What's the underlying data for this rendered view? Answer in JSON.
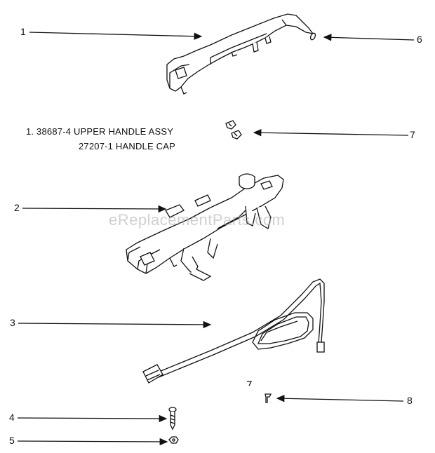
{
  "callouts": {
    "c1": "1",
    "c2": "2",
    "c3": "3",
    "c4": "4",
    "c5": "5",
    "c6": "6",
    "c7": "7",
    "c8": "8"
  },
  "notes": {
    "line1": "1. 38687-4 UPPER HANDLE ASSY",
    "line2": "27207-1 HANDLE CAP"
  },
  "watermark": "eReplacementParts.com",
  "colors": {
    "ink": "#111111",
    "watermark": "#aaaaaa"
  }
}
